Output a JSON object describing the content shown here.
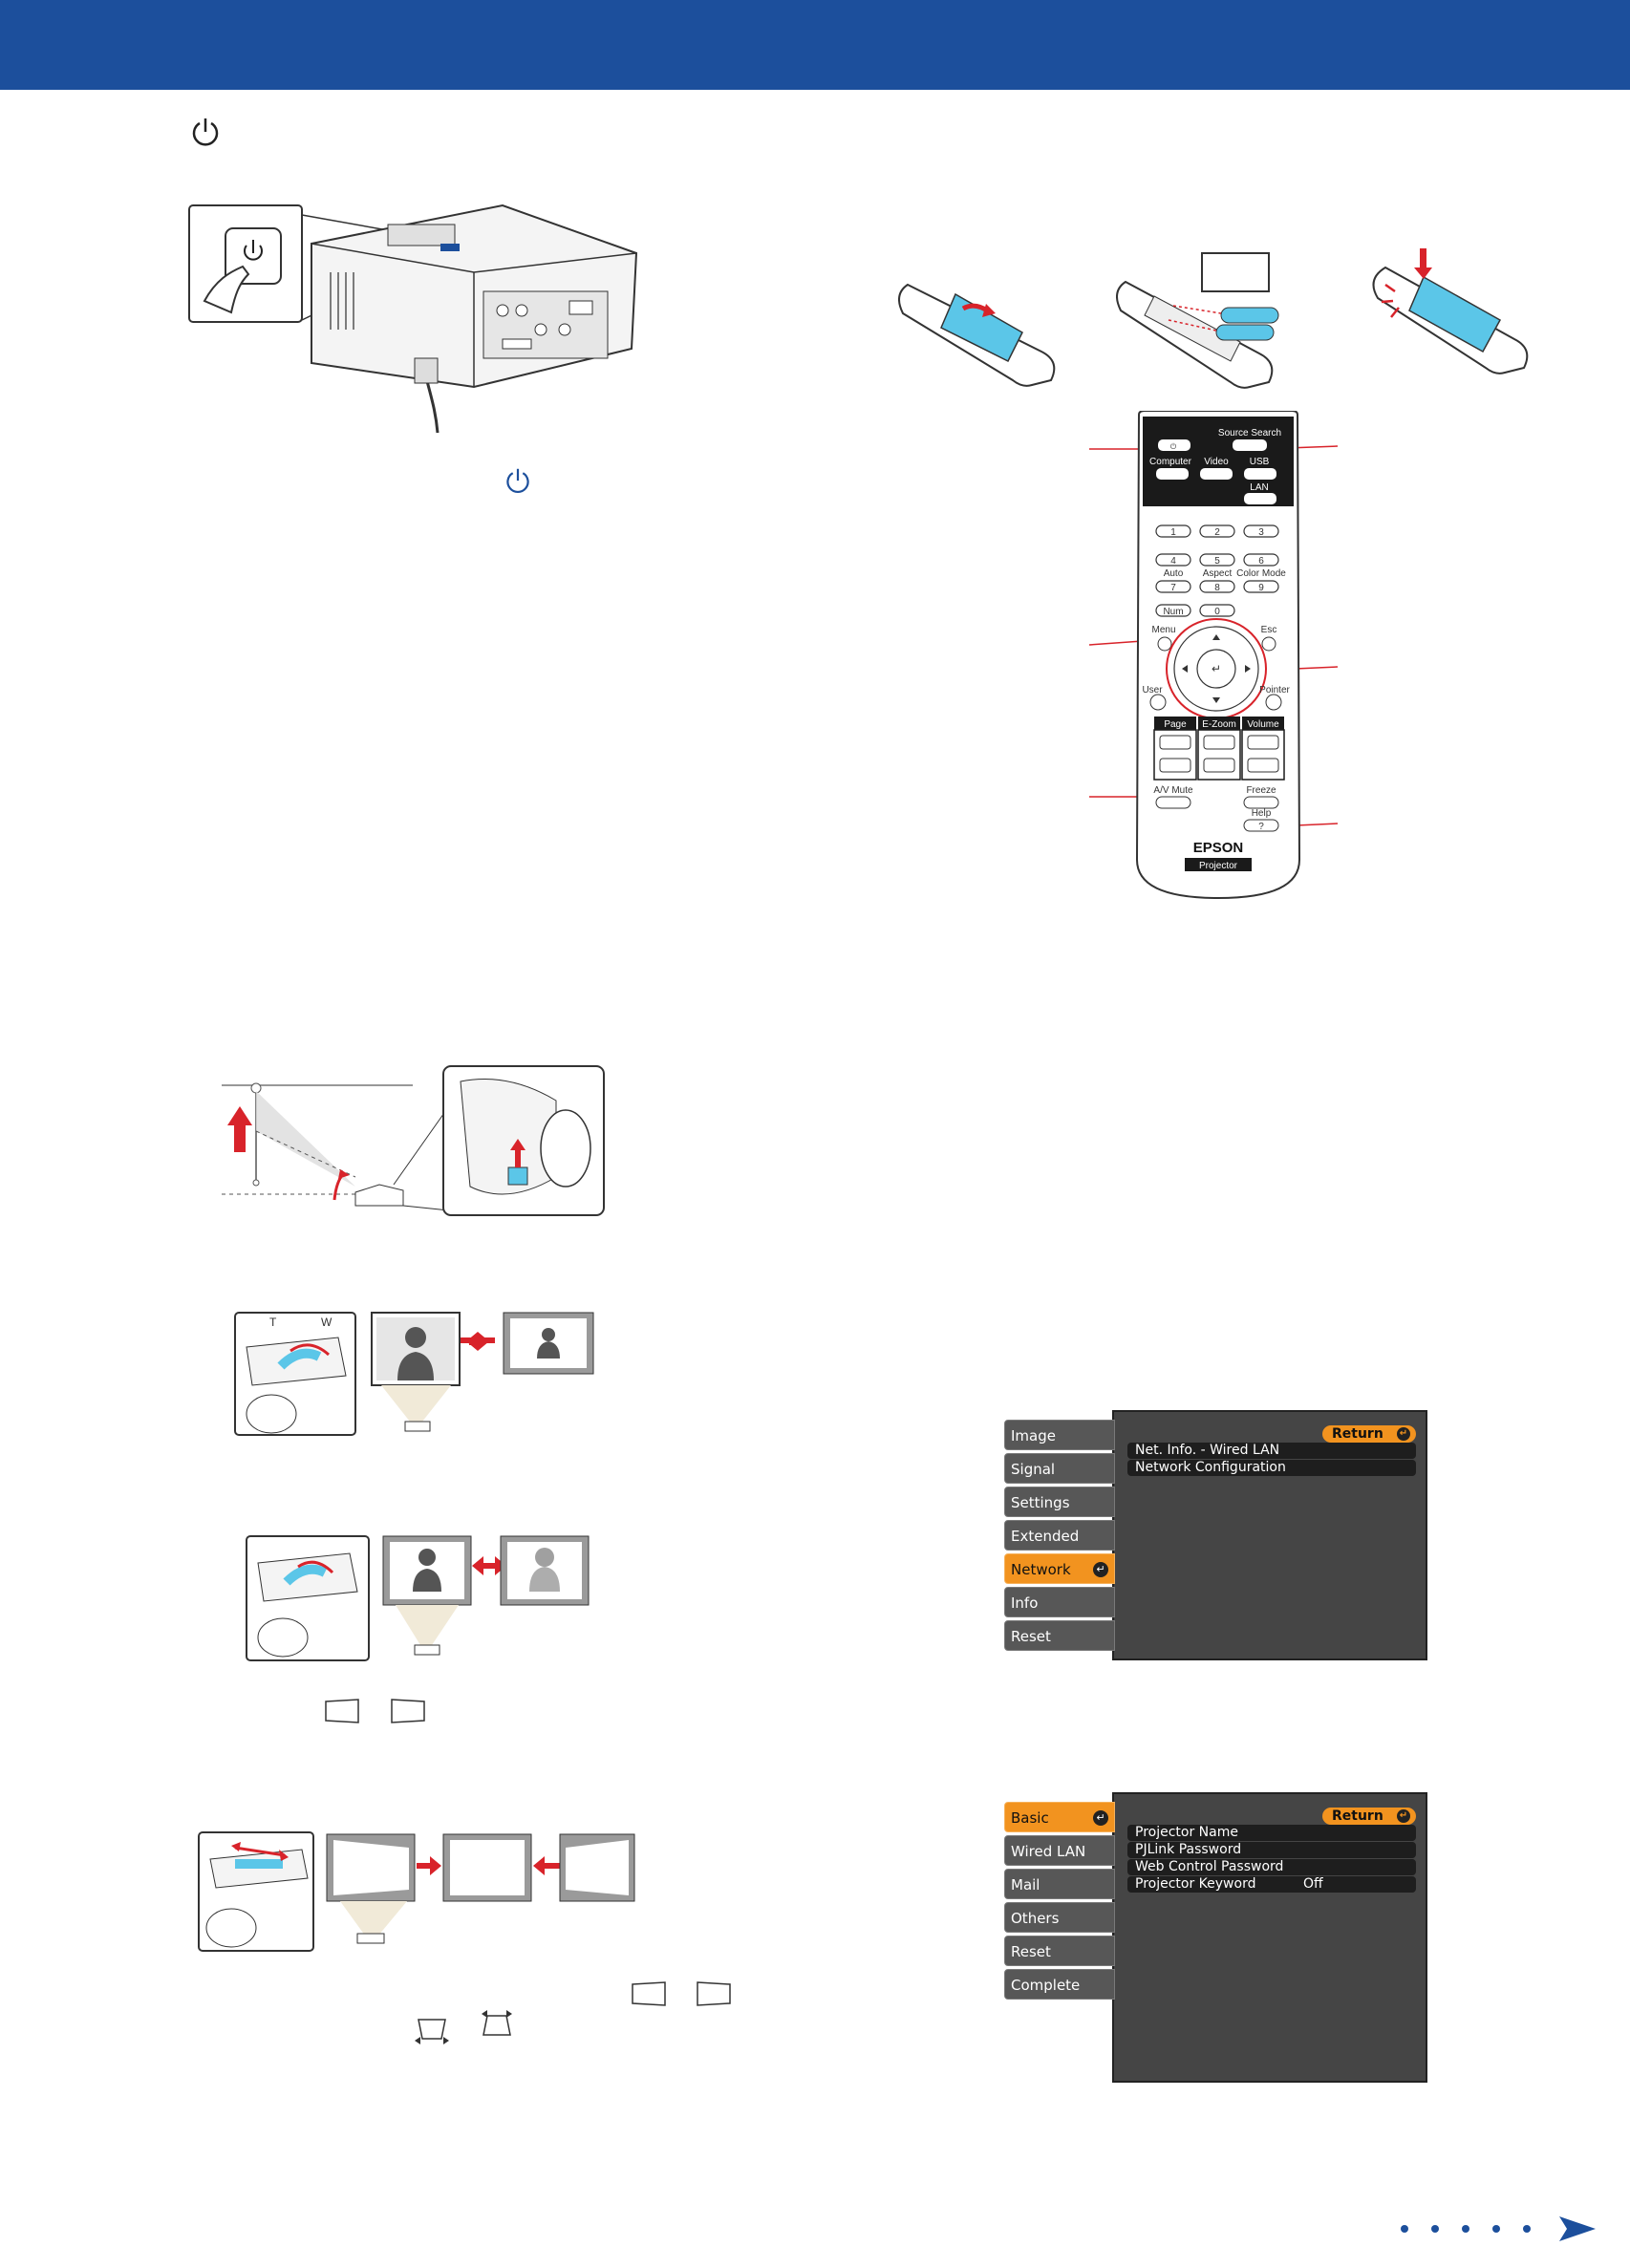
{
  "colors": {
    "header": "#1c4f9c",
    "accent_red": "#d8232a",
    "accent_blue": "#1c4f9c",
    "osd_active": "#f2931f"
  },
  "icons": {
    "power": "power-icon",
    "enter": "enter-icon",
    "next_page": "arrow-right-icon"
  },
  "remote": {
    "brand": "EPSON",
    "model_label": "Projector",
    "buttons": {
      "source_search": "Source Search",
      "computer": "Computer",
      "video": "Video",
      "usb": "USB",
      "lan": "LAN",
      "n1": "1",
      "n2": "2",
      "n3": "3",
      "n4": "4",
      "n5": "5",
      "n6": "6",
      "auto": "Auto",
      "n7": "7",
      "aspect": "Aspect",
      "n8": "8",
      "color_mode": "Color Mode",
      "n9": "9",
      "num": "Num",
      "n0": "0",
      "menu": "Menu",
      "esc": "Esc",
      "user": "User",
      "pointer": "Pointer",
      "page": "Page",
      "ezoom": "E-Zoom",
      "volume": "Volume",
      "av_mute": "A/V Mute",
      "freeze": "Freeze",
      "help": "Help",
      "help_q": "?"
    }
  },
  "zoom_labels": {
    "t": "T",
    "w": "W"
  },
  "osd_network": {
    "tabs": [
      "Image",
      "Signal",
      "Settings",
      "Extended",
      "Network",
      "Info",
      "Reset"
    ],
    "active_tab": "Network",
    "return_label": "Return",
    "rows": [
      "Net. Info. - Wired LAN",
      "Network Configuration"
    ]
  },
  "osd_basic": {
    "tabs": [
      "Basic",
      "Wired LAN",
      "Mail",
      "Others",
      "Reset",
      "Complete"
    ],
    "active_tab": "Basic",
    "return_label": "Return",
    "rows": [
      {
        "label": "Projector Name",
        "value": ""
      },
      {
        "label": "PJLink Password",
        "value": ""
      },
      {
        "label": "Web Control Password",
        "value": ""
      },
      {
        "label": "Projector Keyword",
        "value": "Off"
      }
    ]
  }
}
